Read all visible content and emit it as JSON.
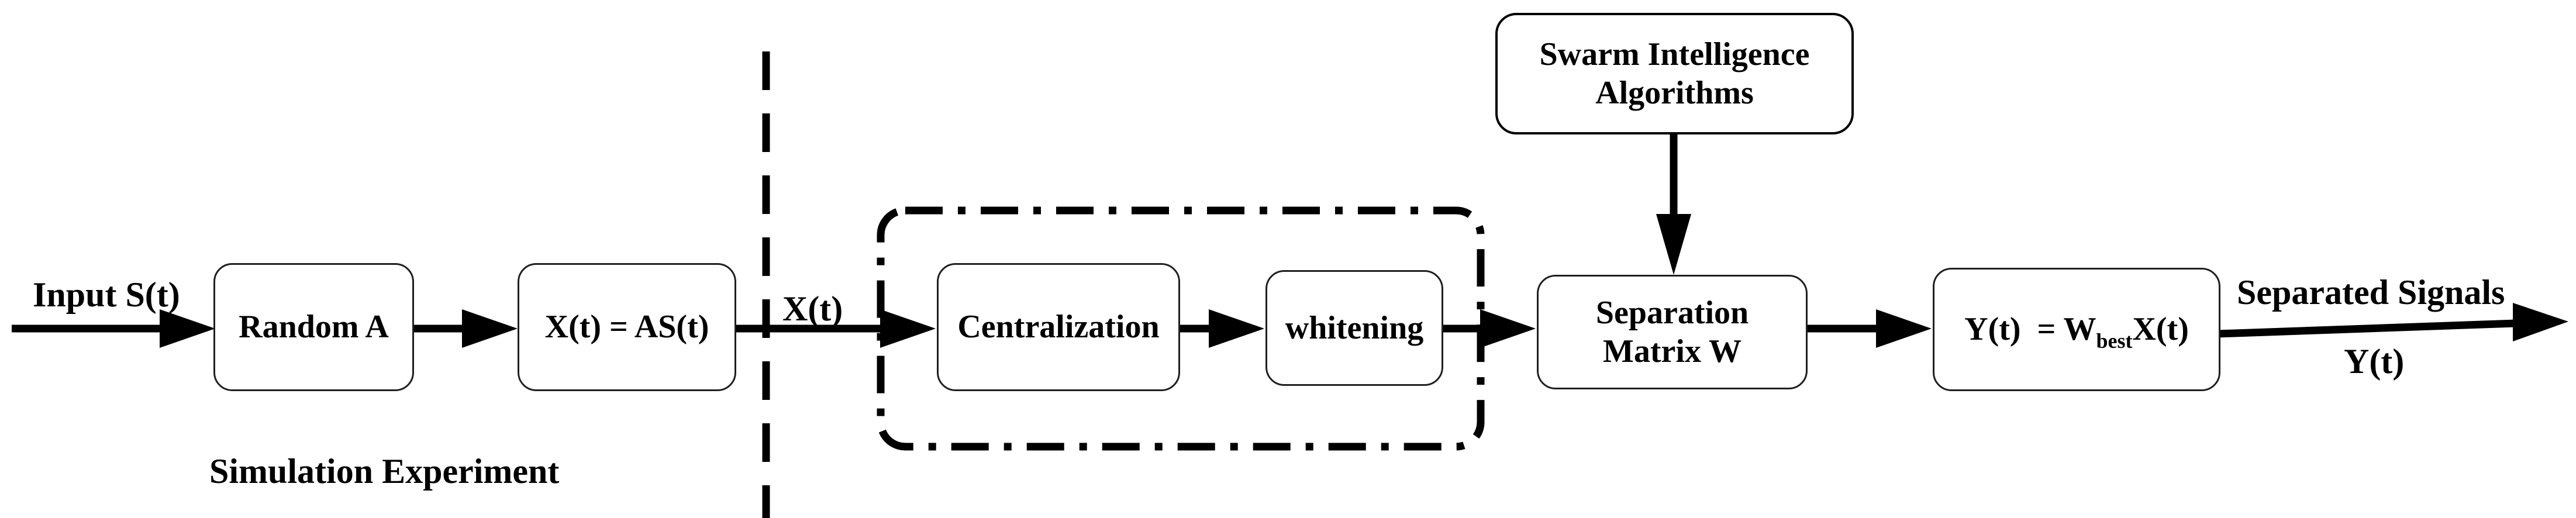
{
  "colors": {
    "ink": "#000000",
    "box_border": "#1f1f1f",
    "background": "#ffffff"
  },
  "diagram": {
    "labels": {
      "input_signal": "Input S(t)",
      "mixed_signal": "X(t)",
      "separated_signals_line1": "Separated Signals",
      "separated_signals_line2": "Y(t)",
      "caption": "Simulation Experiment"
    },
    "nodes": {
      "random_a": {
        "label": "Random A"
      },
      "mixing": {
        "label": "X(t) = AS(t)"
      },
      "centralization": {
        "label": "Centralization"
      },
      "whitening": {
        "label": "whitening"
      },
      "swarm": {
        "line1": "Swarm Intelligence",
        "line2": "Algorithms"
      },
      "separation": {
        "line1": "Separation",
        "line2": "Matrix W"
      },
      "output_formula": {
        "pre": "Y(t)  = W",
        "sub": "best",
        "post": "X(t)"
      }
    }
  }
}
